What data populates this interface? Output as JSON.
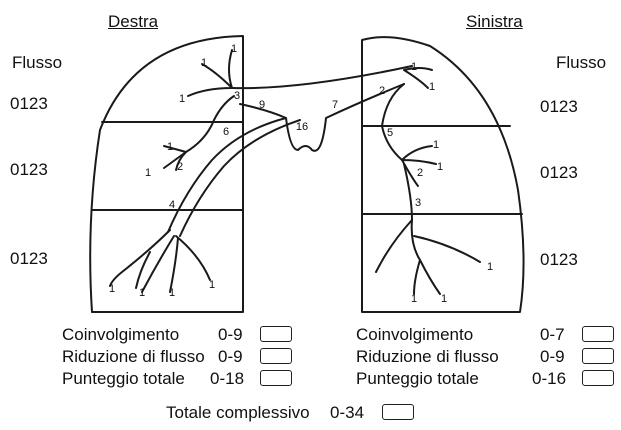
{
  "header": {
    "right_side": "Destra",
    "left_side": "Sinistra"
  },
  "flow": {
    "label_left": "Flusso",
    "label_right": "Flusso",
    "scale": "0123"
  },
  "segments": {
    "right_apical_top": "1",
    "right_apical_l1": "1",
    "right_apical_l2": "1",
    "right_upper_lobe": "3",
    "right_middle_bronchus": "6",
    "right_trachea": "9",
    "trachea": "16",
    "left_trachea": "7",
    "right_mid_1": "1",
    "right_mid_1b": "1",
    "right_mid_2": "2",
    "right_lower": "4",
    "right_base_1": "1",
    "right_base_2": "1",
    "right_base_3": "1",
    "right_base_4": "1",
    "left_apical_1": "1",
    "left_apical_1b": "1",
    "left_upper": "2",
    "left_main": "5",
    "left_mid_1": "1",
    "left_mid_1b": "1",
    "left_mid_2": "2",
    "left_lower": "3",
    "left_base_1": "1",
    "left_base_2": "1",
    "left_base_3": "1"
  },
  "score_right": {
    "involvement_label": "Coinvolgimento",
    "involvement_range": "0-9",
    "flow_label": "Riduzione di flusso",
    "flow_range": "0-9",
    "total_label": "Punteggio totale",
    "total_range": "0-18"
  },
  "score_left": {
    "involvement_label": "Coinvolgimento",
    "involvement_range": "0-7",
    "flow_label": "Riduzione di flusso",
    "flow_range": "0-9",
    "total_label": "Punteggio totale",
    "total_range": "0-16"
  },
  "grand_total": {
    "label": "Totale complessivo",
    "range": "0-34"
  }
}
